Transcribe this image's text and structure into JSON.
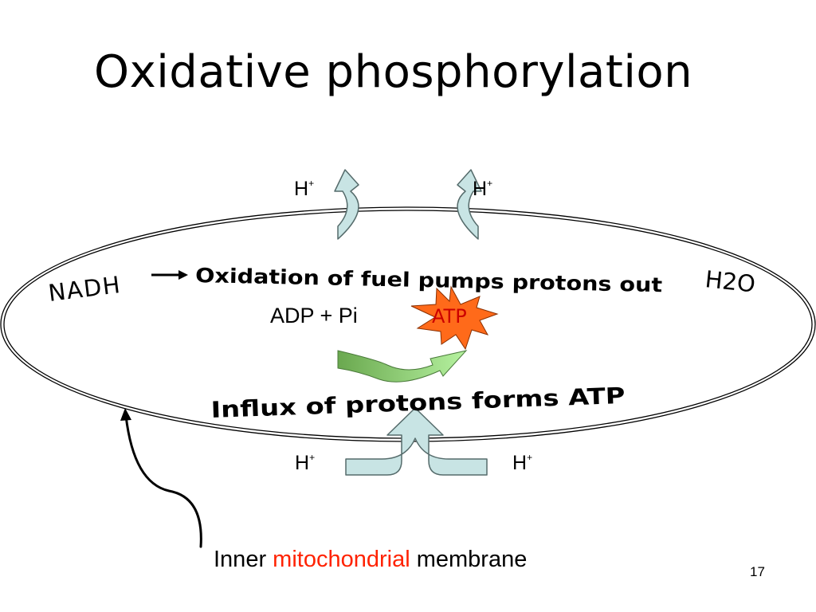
{
  "slide": {
    "title": "Oxidative phosphorylation",
    "page_number": "17"
  },
  "diagram": {
    "proton_label": "H",
    "proton_charge": "+",
    "nadh": "NADH",
    "oxidation_text": "Oxidation of fuel pumps protons out",
    "h2o": "H2O",
    "adp_pi": "ADP + Pi",
    "atp": "ATP",
    "influx_text": "Influx of protons forms ATP",
    "membrane_caption": {
      "part1": "Inner ",
      "part2": "mitochondrial",
      "part3": " membrane"
    }
  },
  "colors": {
    "proton_arrow_fill": "#c8e4e4",
    "proton_arrow_stroke": "#556b6b",
    "atp_star_fill": "#ff6a1a",
    "atp_text": "#cc0000",
    "synthesis_arrow_start": "#6aa84f",
    "synthesis_arrow_end": "#b6f2a0",
    "caption_accent": "#ff2200"
  }
}
